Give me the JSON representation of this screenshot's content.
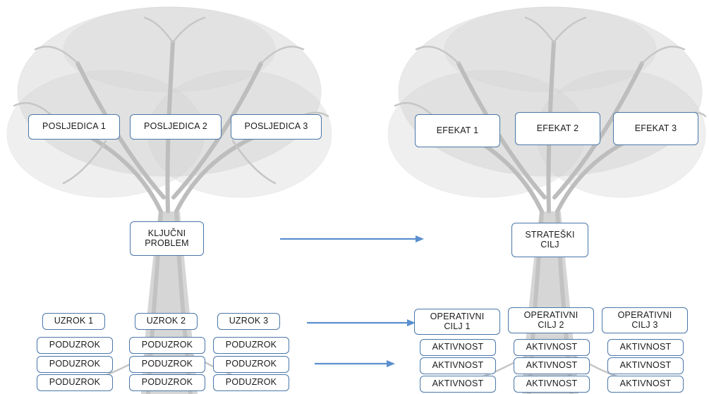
{
  "colors": {
    "box_border": "#4a77a8",
    "arrow": "#5b8fcf",
    "tree": "#cfcfcf"
  },
  "problem_tree": {
    "consequences": [
      "POSLJEDICA 1",
      "POSLJEDICA 2",
      "POSLJEDICA 3"
    ],
    "key_problem": "KLJUČNI\nPROBLEM",
    "causes": [
      "UZROK 1",
      "UZROK 2",
      "UZROK 3"
    ],
    "sub_causes": [
      "PODUZROK",
      "PODUZROK",
      "PODUZROK"
    ]
  },
  "objective_tree": {
    "effects": [
      "EFEKAT 1",
      "EFEKAT 2",
      "EFEKAT 3"
    ],
    "strategic_goal": "STRATEŠKI\nCILJ",
    "operational_goals": [
      "OPERATIVNI\nCILJ 1",
      "OPERATIVNI\nCILJ 2",
      "OPERATIVNI\nCILJ 3"
    ],
    "activities": [
      "AKTIVNOST",
      "AKTIVNOST",
      "AKTIVNOST"
    ]
  }
}
